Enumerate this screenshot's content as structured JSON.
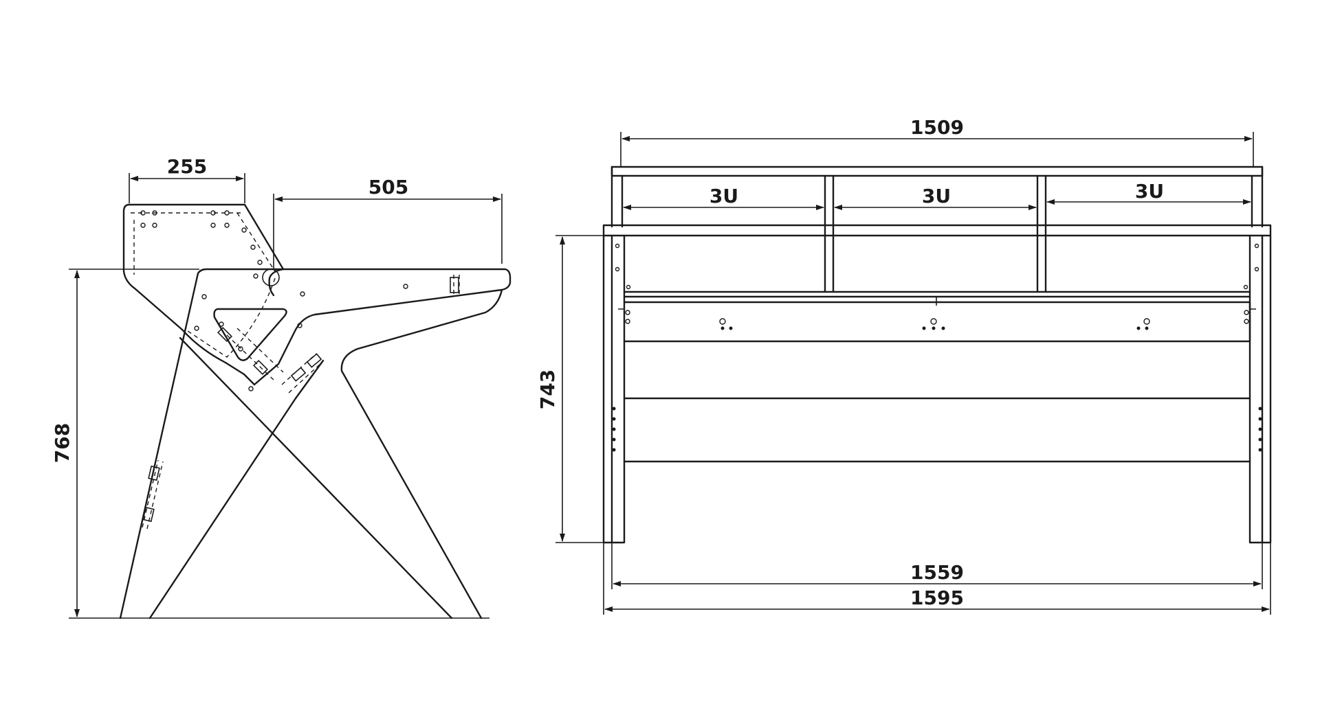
{
  "side_view": {
    "dim_top_width": "255",
    "dim_desk_depth": "505",
    "dim_height": "768"
  },
  "front_view": {
    "dim_top_rail": "1509",
    "rack_bays": [
      "3U",
      "3U",
      "3U"
    ],
    "dim_height": "743",
    "dim_inner_width": "1559",
    "dim_outer_width": "1595"
  },
  "colors": {
    "line": "#1a1a1a",
    "background": "#ffffff"
  }
}
